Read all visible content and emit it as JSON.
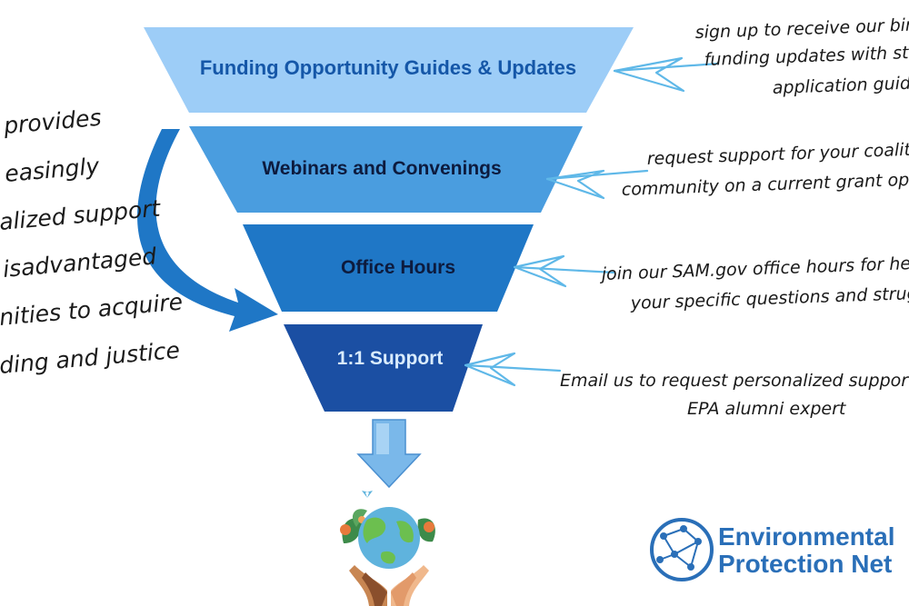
{
  "funnel": {
    "tiers": [
      {
        "label": "Funding Opportunity Guides & Updates",
        "fill": "#9dcdf7",
        "text_color": "#1557a8"
      },
      {
        "label": "Webinars and Convenings",
        "fill": "#4a9ddf",
        "text_color": "#0d1b3e"
      },
      {
        "label": "Office Hours",
        "fill": "#1f77c6",
        "text_color": "#0d1b3e"
      },
      {
        "label": "1:1 Support",
        "fill": "#1b4fa3",
        "text_color": "#d9ecff"
      }
    ]
  },
  "left_text": {
    "lines": [
      "provides",
      "easingly",
      "alized support",
      "isadvantaged",
      "nities to acquire",
      "ding and justice"
    ]
  },
  "right_notes": [
    {
      "lines": [
        "sign up to receive our bimo",
        "funding updates with step",
        "application guides"
      ]
    },
    {
      "lines": [
        "request support for your coalitio",
        "community on a current grant opp"
      ]
    },
    {
      "lines": [
        "join our SAM.gov office hours for hel",
        "your specific questions and strugg"
      ]
    },
    {
      "lines": [
        "Email us to request personalized support w",
        "EPA alumni expert"
      ]
    }
  ],
  "logo": {
    "line1": "Environmental",
    "line2": "Protection Net",
    "color": "#2a6fb8"
  },
  "colors": {
    "accent_arrow": "#1f77c6",
    "sketch_arrow": "#5fb8e8",
    "down_arrow": "#7ab8ea"
  }
}
